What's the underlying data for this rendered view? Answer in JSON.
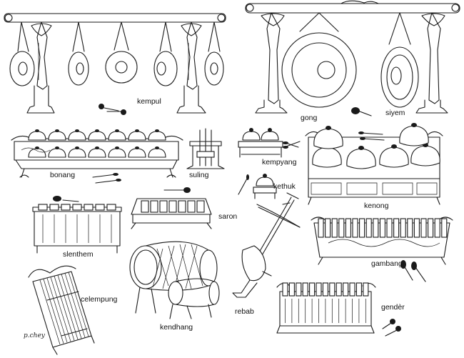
{
  "labels": {
    "kempul": "kempul",
    "gong": "gong",
    "siyem": "siyem",
    "bonang": "bonang",
    "suling": "suling",
    "kempyang": "kempyang",
    "kethuk": "kethuk",
    "kenong": "kenong",
    "saron": "saron",
    "slenthem": "slenthem",
    "gambang": "gambang",
    "celempung": "celempung",
    "kendhang": "kendhang",
    "rebab": "rebab",
    "gender": "gendèr"
  },
  "signature": "p.chey"
}
